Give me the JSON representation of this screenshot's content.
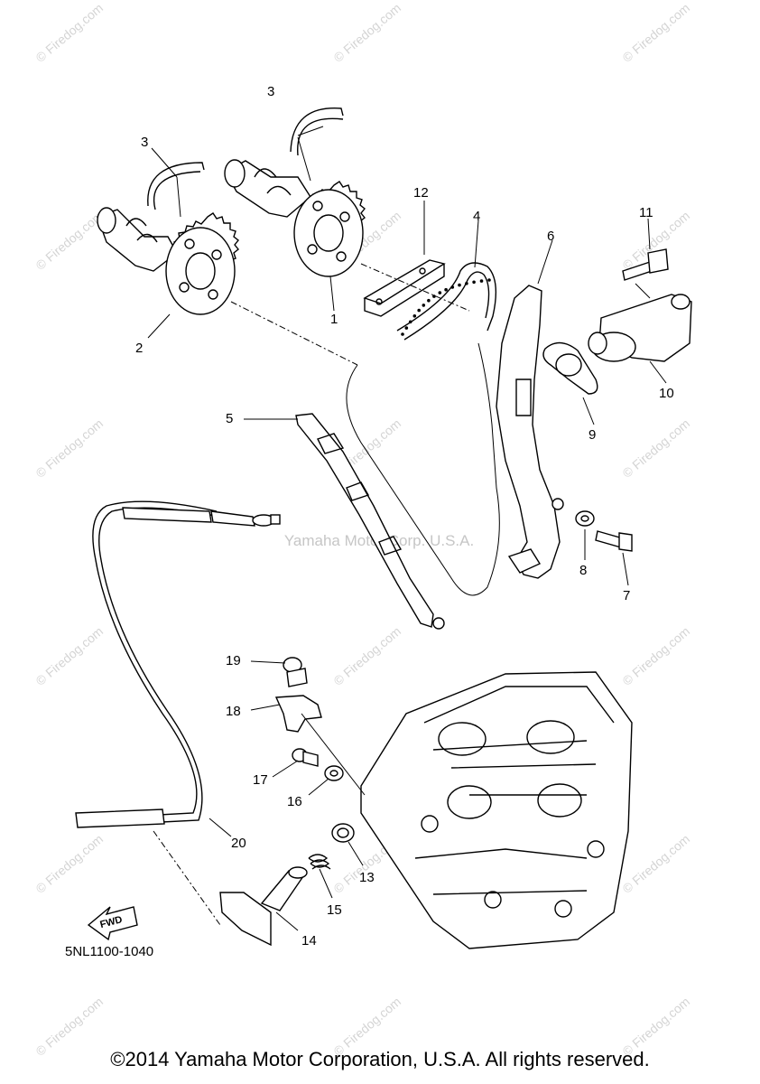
{
  "watermark": {
    "text": "© Firedog.com"
  },
  "center_watermark": "Yamaha Motor Corp. U.S.A.",
  "fwd_label": "FWD",
  "diagram_code": "5NL1100-1040",
  "copyright": "©2014 Yamaha Motor Corporation, U.S.A. All rights reserved.",
  "parts": [
    {
      "number": "1"
    },
    {
      "number": "2"
    },
    {
      "number": "3"
    },
    {
      "number": "3"
    },
    {
      "number": "4"
    },
    {
      "number": "5"
    },
    {
      "number": "6"
    },
    {
      "number": "7"
    },
    {
      "number": "8"
    },
    {
      "number": "9"
    },
    {
      "number": "10"
    },
    {
      "number": "11"
    },
    {
      "number": "12"
    },
    {
      "number": "13"
    },
    {
      "number": "14"
    },
    {
      "number": "15"
    },
    {
      "number": "16"
    },
    {
      "number": "17"
    },
    {
      "number": "18"
    },
    {
      "number": "19"
    },
    {
      "number": "20"
    }
  ]
}
